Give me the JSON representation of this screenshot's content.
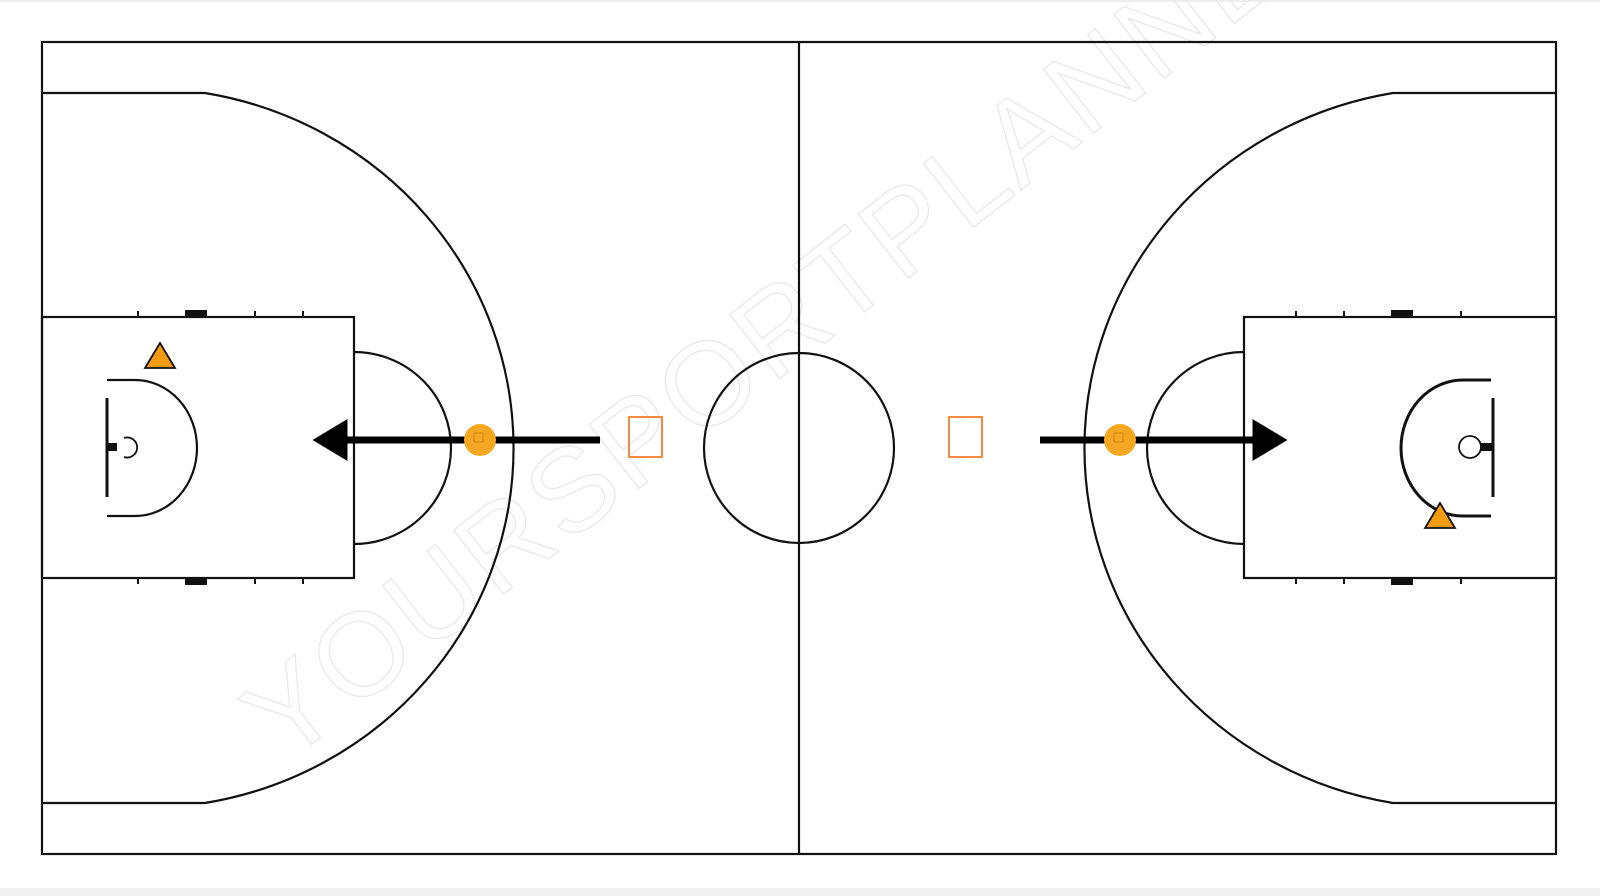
{
  "watermark": {
    "text": "YOURSPORTPLANNER"
  },
  "colors": {
    "court_lines": "#111111",
    "player_orange": "#f39c12",
    "ball_orange": "#f5a623",
    "arrow": "#000000",
    "cone_outline": "#ef7f2c",
    "watermark": "#e9e9e9",
    "background": "#ffffff"
  },
  "court": {
    "type": "basketball-full-court",
    "orientation": "horizontal"
  },
  "diagram_items": [
    {
      "name": "player-triangle-left",
      "kind": "triangle",
      "color": "orange"
    },
    {
      "name": "player-triangle-right",
      "kind": "triangle",
      "color": "orange"
    },
    {
      "name": "ball-left",
      "kind": "ball",
      "color": "orange"
    },
    {
      "name": "ball-right",
      "kind": "ball",
      "color": "orange"
    },
    {
      "name": "cone-left",
      "kind": "square-marker",
      "color": "orange"
    },
    {
      "name": "cone-right",
      "kind": "square-marker",
      "color": "orange"
    },
    {
      "name": "movement-arrow-left",
      "kind": "arrow",
      "direction": "left"
    },
    {
      "name": "movement-arrow-right",
      "kind": "arrow",
      "direction": "right"
    }
  ]
}
